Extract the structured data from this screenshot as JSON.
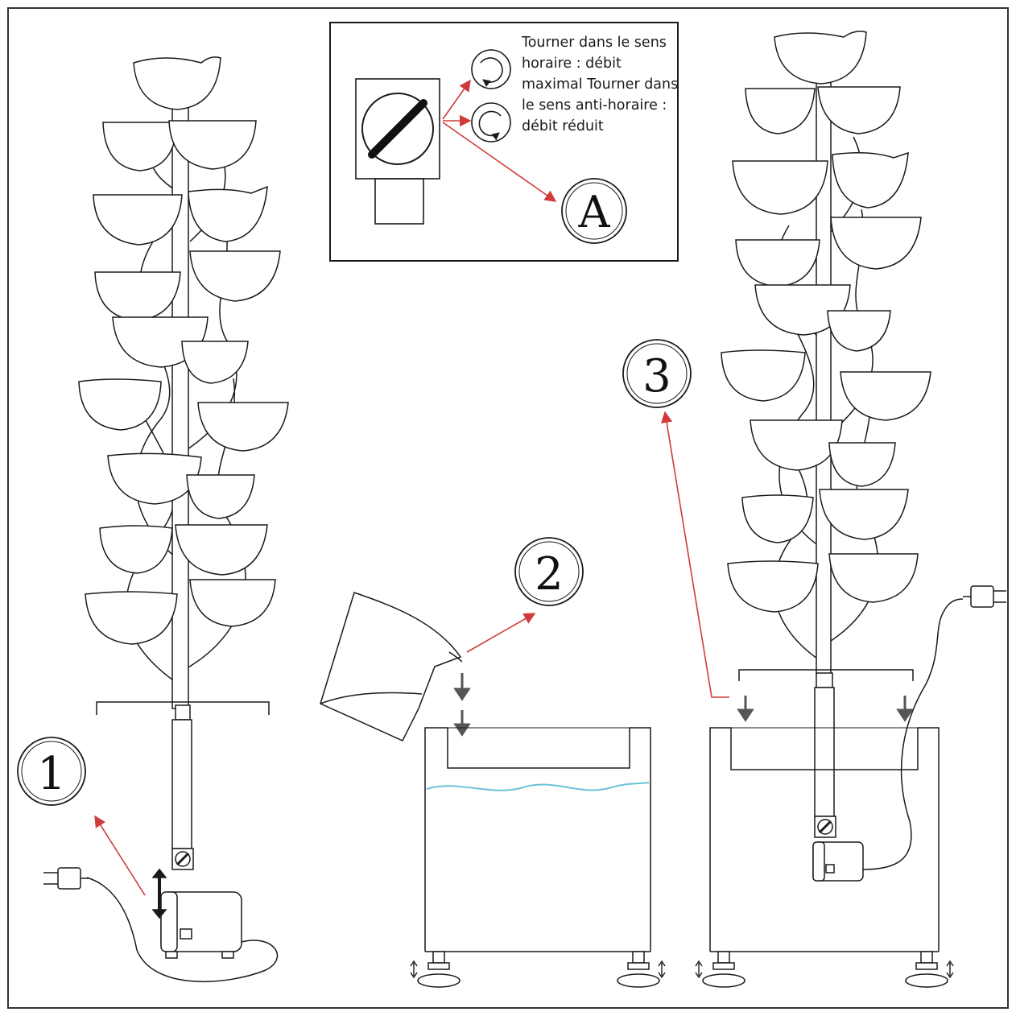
{
  "inset": {
    "text": "Tourner dans le sens horaire : débit maximal Tourner dans le sens anti-horaire : débit réduit",
    "letter": "A"
  },
  "steps": [
    {
      "label": "1"
    },
    {
      "label": "2"
    },
    {
      "label": "3"
    }
  ],
  "colors": {
    "line": "#1a1a1a",
    "arrow": "#d03a3a",
    "water": "#6ac3d8",
    "grey_arrow": "#555555"
  }
}
